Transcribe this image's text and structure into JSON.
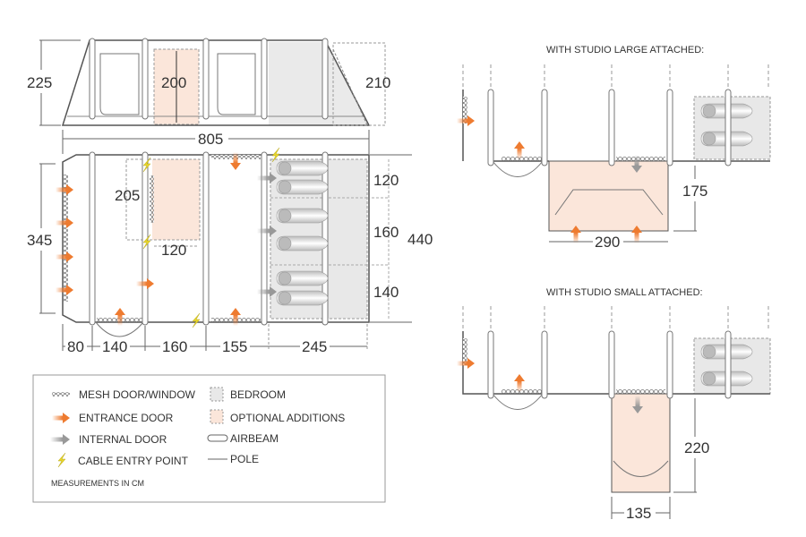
{
  "elevation": {
    "height_left": "225",
    "height_right": "210",
    "door_height": "200",
    "length": "805"
  },
  "plan": {
    "width": "345",
    "overall_width": "440",
    "porch_depth": "205",
    "porch_width": "120",
    "bedroom_widths": [
      "120",
      "160",
      "140"
    ],
    "segments": [
      "80",
      "140",
      "160",
      "155",
      "245"
    ]
  },
  "studio_large": {
    "title": "WITH STUDIO LARGE ATTACHED:",
    "width": "290",
    "depth": "175"
  },
  "studio_small": {
    "title": "WITH STUDIO SMALL ATTACHED:",
    "width": "135",
    "depth": "220"
  },
  "legend": {
    "items": [
      {
        "icon": "mesh-icon",
        "label": "MESH DOOR/WINDOW"
      },
      {
        "icon": "orange-arrow-icon",
        "label": "ENTRANCE DOOR"
      },
      {
        "icon": "grey-arrow-icon",
        "label": "INTERNAL DOOR"
      },
      {
        "icon": "lightning-icon",
        "label": "CABLE ENTRY POINT"
      },
      {
        "icon": "bedroom-swatch-icon",
        "label": "BEDROOM"
      },
      {
        "icon": "optional-swatch-icon",
        "label": "OPTIONAL ADDITIONS"
      },
      {
        "icon": "airbeam-icon",
        "label": "AIRBEAM"
      },
      {
        "icon": "pole-icon",
        "label": "POLE"
      }
    ],
    "note": "MEASUREMENTS IN CM"
  },
  "colors": {
    "line": "#555555",
    "entrance": "#ee7b30",
    "internal": "#9a9a9a",
    "bedroom": "#e8e8e8",
    "optional": "#fbe6da",
    "cable": "#e8d62a"
  }
}
